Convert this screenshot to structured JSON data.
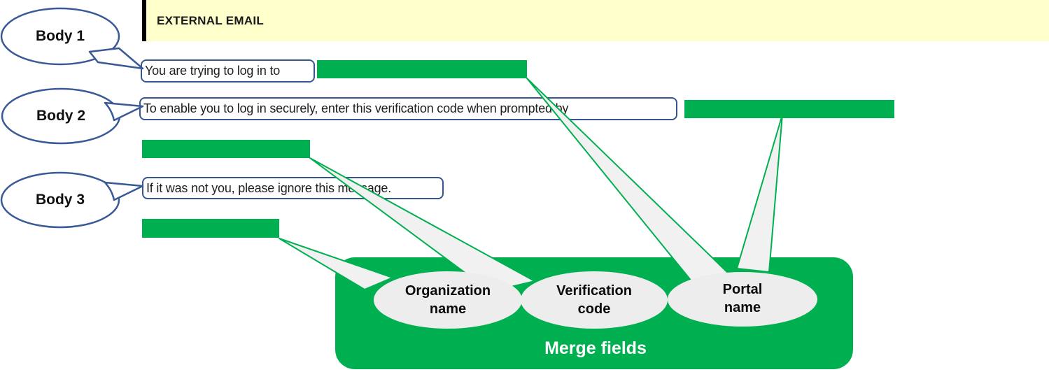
{
  "banner": {
    "label": "EXTERNAL EMAIL"
  },
  "callouts": [
    {
      "label": "Body 1"
    },
    {
      "label": "Body 2"
    },
    {
      "label": "Body 3"
    }
  ],
  "body_lines": [
    {
      "text": "You are trying to log in to"
    },
    {
      "text": "To enable you to log in securely, enter this verification code when prompted by"
    },
    {
      "text": "If it was not you, please ignore this message."
    }
  ],
  "merge_panel": {
    "title": "Merge fields",
    "fields": [
      {
        "line1": "Organization",
        "line2": "name"
      },
      {
        "line1": "Verification",
        "line2": "code"
      },
      {
        "line1": "Portal",
        "line2": "name"
      }
    ]
  },
  "colors": {
    "merge_green": "#00B050",
    "banner_yellow": "#FFFFCC",
    "banner_bar_black": "#000000",
    "textbox_border_blue": "#35568F",
    "bubble_stroke_blue": "#3A5A97",
    "field_ellipse_gray": "#EDEDED",
    "wedge_fill_gray": "#F1F1F1",
    "panel_title_white": "#FFFFFF"
  }
}
